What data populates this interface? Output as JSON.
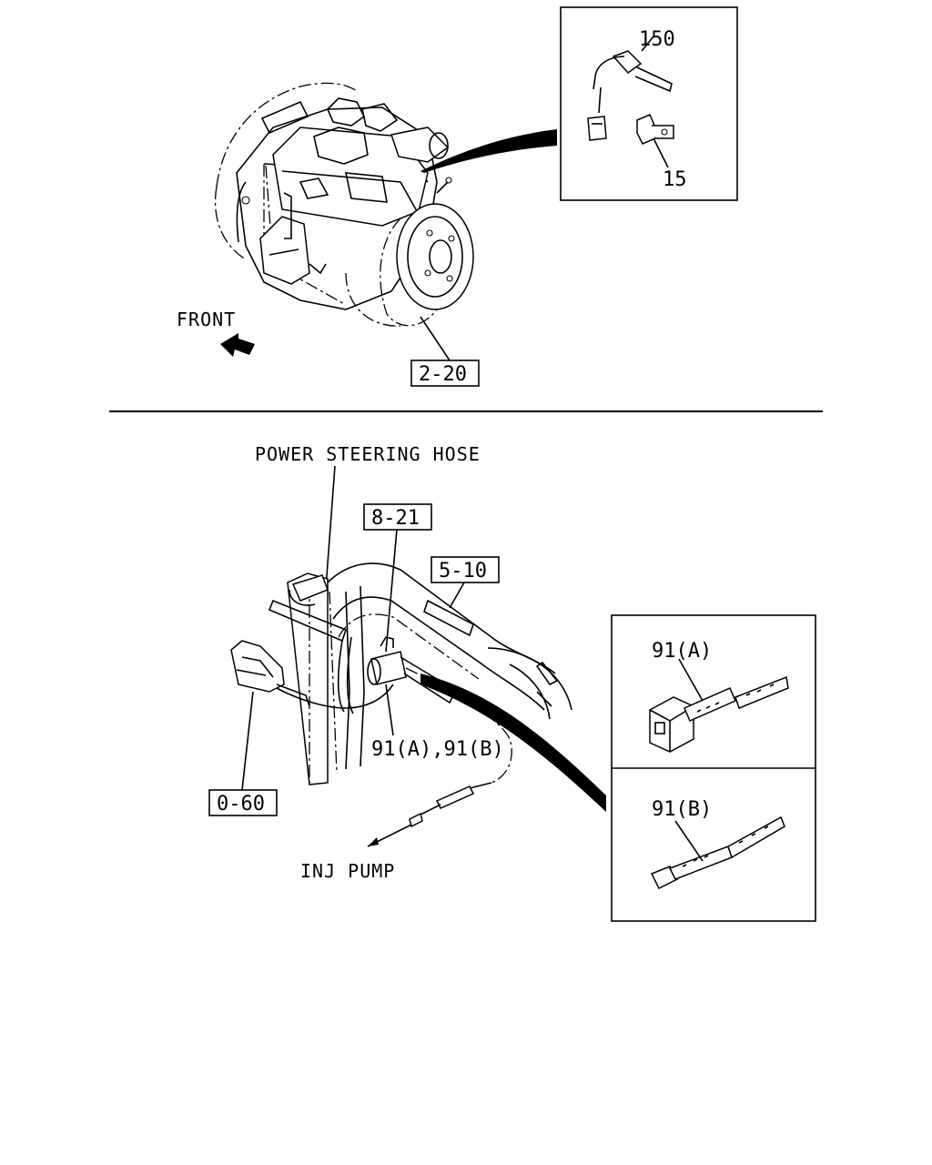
{
  "top_section": {
    "callout_150": "150",
    "callout_15": "15",
    "ref_2_20": "2-20",
    "front_label": "FRONT"
  },
  "bottom_section": {
    "power_steering_hose": "POWER STEERING HOSE",
    "ref_8_21": "8-21",
    "ref_5_10": "5-10",
    "callout_91ab": "91(A),91(B)",
    "ref_0_60": "0-60",
    "inj_pump": "INJ PUMP",
    "detail_91a": "91(A)",
    "detail_91b": "91(B)"
  }
}
